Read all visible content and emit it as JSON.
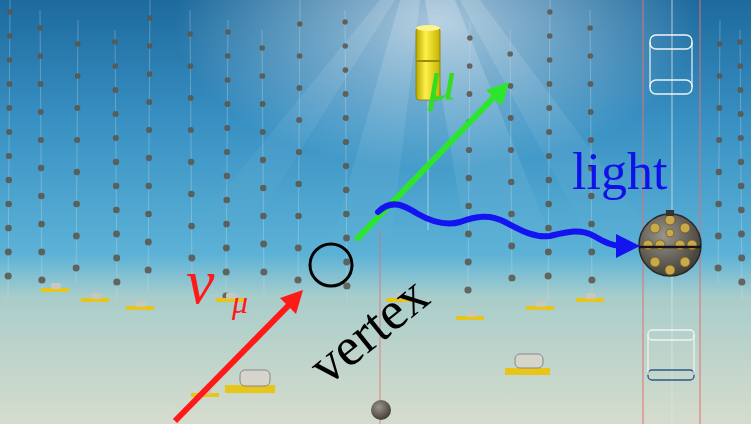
{
  "diagram": {
    "labels": [
      "μ",
      "light",
      "ν",
      "μ",
      "vertex"
    ]
  }
}
